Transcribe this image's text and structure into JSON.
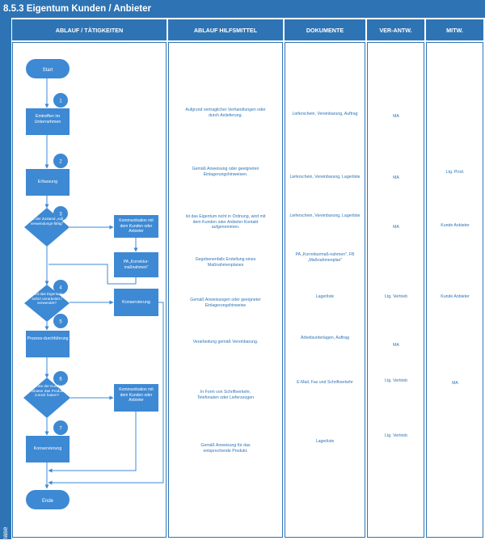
{
  "title": "8.5.3 Eigentum Kunden / Anbieter",
  "phase_label": "Phase",
  "columns": [
    "ABLAUF / TÄTIGKEITEN",
    "ABLAUF HILFSMITTEL",
    "DOKUMENTE",
    "VER-ANTW.",
    "MITW."
  ],
  "colors": {
    "header": "#2e74b5",
    "shape": "#3d89d4",
    "text_blue": "#2e74b5",
    "line": "#3d89d4"
  },
  "flow": {
    "start": "Start",
    "end": "Ende",
    "steps": [
      {
        "number": "1",
        "label": "Eintreffen im Unternehmen"
      },
      {
        "number": "2",
        "label": "Erfassung"
      },
      {
        "number": "5",
        "label": "Prozess-durchführung"
      },
      {
        "number": "7",
        "label": "Konservierung"
      }
    ],
    "decisions": [
      {
        "number": "3",
        "label": "Ist der Zustand „soll verwendungs-fähig\""
      },
      {
        "number": "4",
        "label": "Wird das Eigentum sofort verarbeitet / verwendet?"
      },
      {
        "number": "6",
        "label": "Möchte der Kunde / Anbieter das Produkt zurück haben?"
      }
    ],
    "side_boxes": {
      "kommunikation_1": "Kommunikation mit dem Kunden oder Anbieter",
      "pa": "PA „Korrektur-maßnahmen\"",
      "konservierung": "Konservierung",
      "kommunikation_2": "Kommunikation mit dem Kunden oder Anbieter"
    }
  },
  "hilfsmittel": [
    "Aufgrund vertraglicher Verhandlungen oder durch Anlieferung.",
    "Gemäß Anweisung oder geeigneten Einlagerungshinweisen.",
    "Ist das Eigentum nicht in Ordnung, wird mit dem Kunden oder Anbieter Kontakt aufgenommen.",
    "Gegebenenfalls Erstellung eines Maßnahmenplanes",
    "Gemäß Anweisungen oder geeigneter Einlagerungshinweise",
    "Verarbeitung gemäß Vereinbarung.",
    "In Form von Schriftverkehr, Telefonaten oder Lieferzeugen",
    "Gemäß Anweisung für das entsprechende Produkt."
  ],
  "dokumente": [
    "Lieferschein, Vereinbarung, Auftrag",
    "Lieferschein, Vereinbarung, Lagerliste",
    "Lieferschein, Vereinbarung, Lagerliste",
    "PA „Korrekturmaß-nahmen\", FB „Maßnahmenplan\"",
    "Lagerliste",
    "Arbeitsunterlagen, Auftrag",
    "E-Mail, Fax und Schriftverkehr",
    "Lagerliste"
  ],
  "verantw": [
    "MA",
    "MA",
    "MA",
    "Ltg. Vertrieb",
    "MA",
    "Ltg. Vertrieb",
    "Ltg. Vertrieb"
  ],
  "mitw": [
    "Ltg. Prod.",
    "Kunde Anbieter",
    "Kunde Anbieter",
    "MA"
  ]
}
